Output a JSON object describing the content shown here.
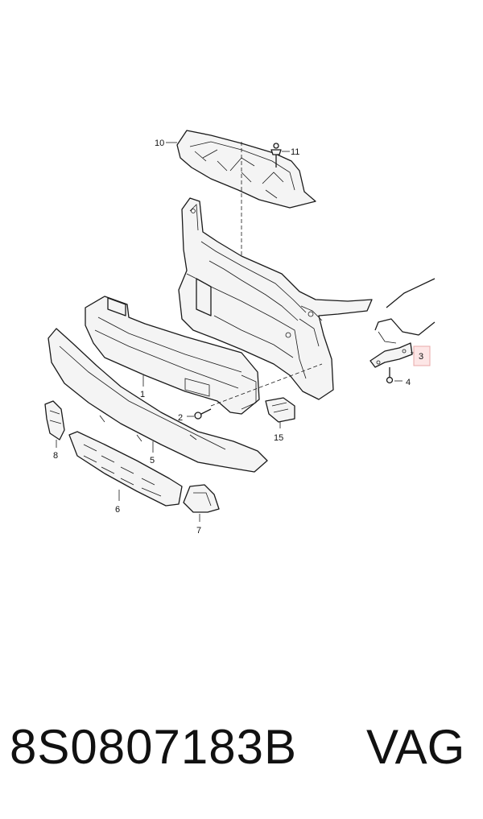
{
  "footer": {
    "part_number": "8S0807183B",
    "brand": "VAG"
  },
  "highlight_color": "#e8a8a8",
  "callouts": {
    "c1": "1",
    "c2": "2",
    "c3": "3",
    "c4": "4",
    "c5": "5",
    "c6": "6",
    "c7": "7",
    "c8": "8",
    "c10": "10",
    "c11": "11",
    "c15": "15"
  },
  "highlighted_callout": "3"
}
